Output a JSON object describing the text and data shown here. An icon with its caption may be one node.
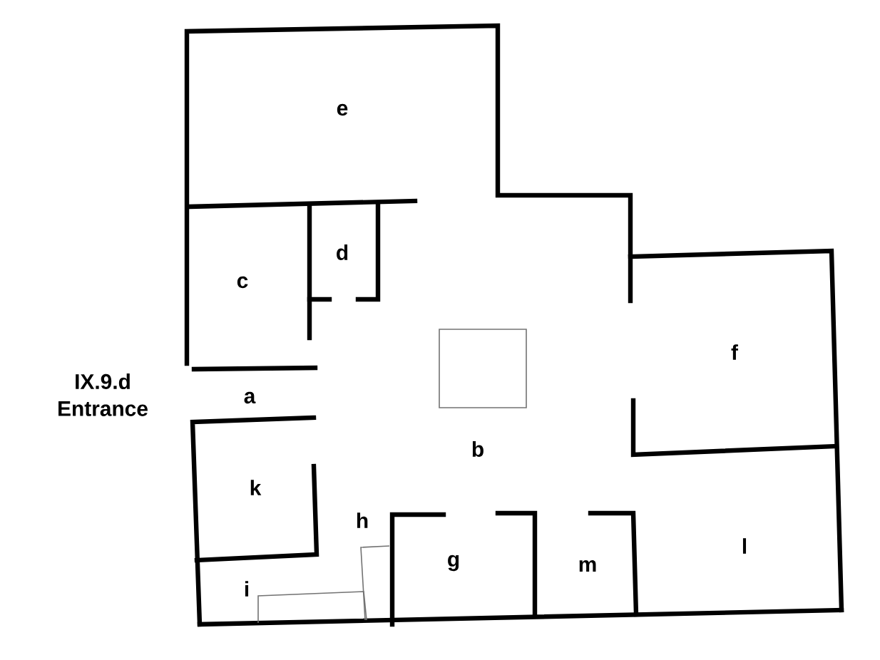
{
  "diagram": {
    "labels": [
      "e",
      "d",
      "c",
      "f",
      "IX.9.d Entrance",
      "a",
      "b",
      "k",
      "h",
      "g",
      "m",
      "l",
      "i"
    ]
  }
}
